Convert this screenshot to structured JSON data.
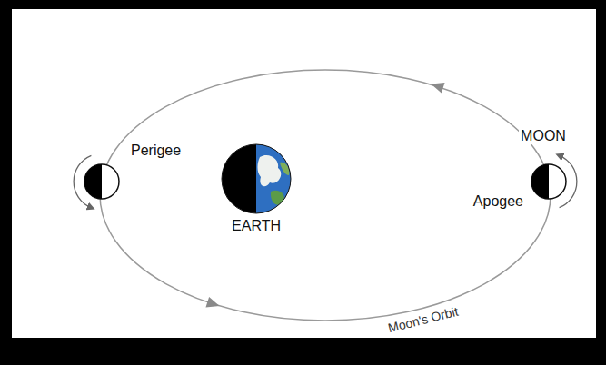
{
  "diagram": {
    "nodes": [
      {
        "text": [
          "Perigee"
        ]
      },
      {
        "text": [
          "EARTH"
        ]
      },
      {
        "text": [
          "MOON",
          "Apogee"
        ]
      }
    ],
    "labels": [
      "Moon's Orbit"
    ]
  }
}
